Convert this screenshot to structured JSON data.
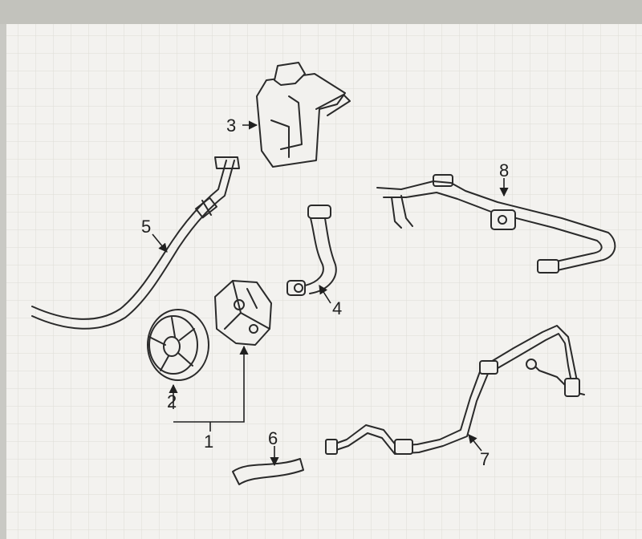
{
  "diagram": {
    "callouts": {
      "c1": "1",
      "c2": "2",
      "c3": "3",
      "c4": "4",
      "c5": "5",
      "c6": "6",
      "c7": "7",
      "c8": "8"
    },
    "colors": {
      "paper": "#f4f3f0",
      "line": "#2a2a2a",
      "grid": "#dcdcd6",
      "bezel": "#c9c9c4"
    }
  }
}
